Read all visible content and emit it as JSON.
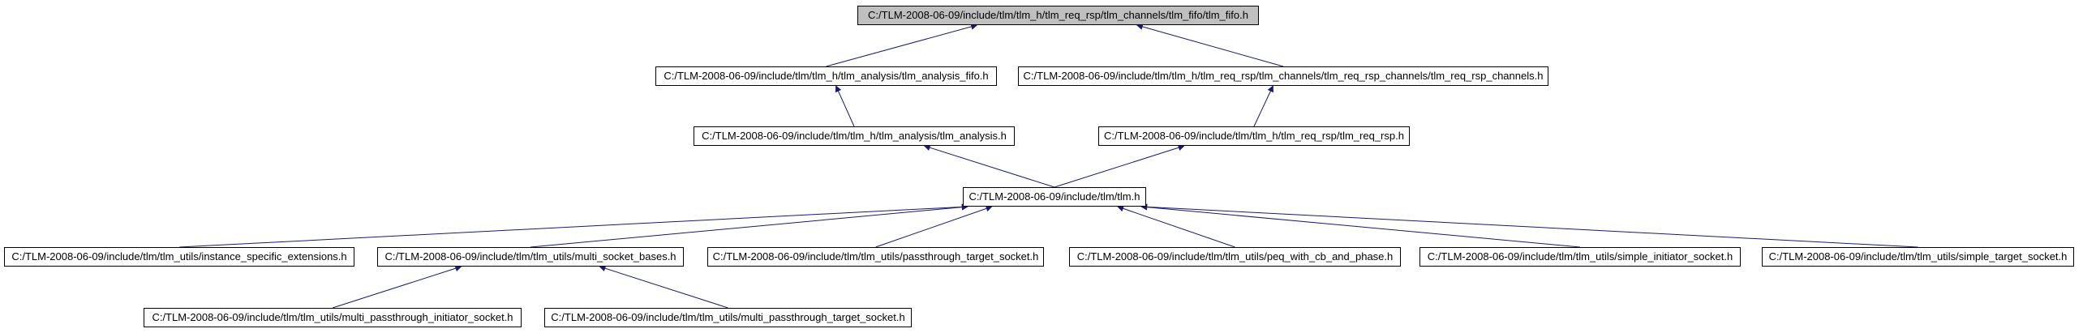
{
  "colors": {
    "edge": "#191970",
    "root_fill": "#bfbfbf",
    "node_fill": "#ffffff",
    "border": "#000000"
  },
  "nodes": [
    {
      "id": "n0",
      "label": "C:/TLM-2008-06-09/include/tlm/tlm_h/tlm_req_rsp/tlm_channels/tlm_fifo/tlm_fifo.h",
      "root": true
    },
    {
      "id": "n1",
      "label": "C:/TLM-2008-06-09/include/tlm/tlm_h/tlm_analysis/tlm_analysis_fifo.h"
    },
    {
      "id": "n2",
      "label": "C:/TLM-2008-06-09/include/tlm/tlm_h/tlm_req_rsp/tlm_channels/tlm_req_rsp_channels/tlm_req_rsp_channels.h"
    },
    {
      "id": "n3",
      "label": "C:/TLM-2008-06-09/include/tlm/tlm_h/tlm_analysis/tlm_analysis.h"
    },
    {
      "id": "n4",
      "label": "C:/TLM-2008-06-09/include/tlm/tlm_h/tlm_req_rsp/tlm_req_rsp.h"
    },
    {
      "id": "n5",
      "label": "C:/TLM-2008-06-09/include/tlm/tlm.h"
    },
    {
      "id": "n6",
      "label": "C:/TLM-2008-06-09/include/tlm/tlm_utils/instance_specific_extensions.h"
    },
    {
      "id": "n7",
      "label": "C:/TLM-2008-06-09/include/tlm/tlm_utils/multi_socket_bases.h"
    },
    {
      "id": "n8",
      "label": "C:/TLM-2008-06-09/include/tlm/tlm_utils/passthrough_target_socket.h"
    },
    {
      "id": "n9",
      "label": "C:/TLM-2008-06-09/include/tlm/tlm_utils/peq_with_cb_and_phase.h"
    },
    {
      "id": "n10",
      "label": "C:/TLM-2008-06-09/include/tlm/tlm_utils/simple_initiator_socket.h"
    },
    {
      "id": "n11",
      "label": "C:/TLM-2008-06-09/include/tlm/tlm_utils/simple_target_socket.h"
    },
    {
      "id": "n12",
      "label": "C:/TLM-2008-06-09/include/tlm/tlm_utils/multi_passthrough_initiator_socket.h"
    },
    {
      "id": "n13",
      "label": "C:/TLM-2008-06-09/include/tlm/tlm_utils/multi_passthrough_target_socket.h"
    }
  ],
  "edges": [
    {
      "from": "n1",
      "to": "n0"
    },
    {
      "from": "n2",
      "to": "n0"
    },
    {
      "from": "n3",
      "to": "n1"
    },
    {
      "from": "n4",
      "to": "n2"
    },
    {
      "from": "n5",
      "to": "n3"
    },
    {
      "from": "n5",
      "to": "n4"
    },
    {
      "from": "n6",
      "to": "n5"
    },
    {
      "from": "n7",
      "to": "n5"
    },
    {
      "from": "n8",
      "to": "n5"
    },
    {
      "from": "n9",
      "to": "n5"
    },
    {
      "from": "n10",
      "to": "n5"
    },
    {
      "from": "n11",
      "to": "n5"
    },
    {
      "from": "n12",
      "to": "n7"
    },
    {
      "from": "n13",
      "to": "n7"
    }
  ]
}
